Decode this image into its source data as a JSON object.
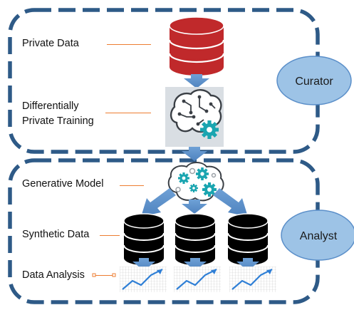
{
  "curator_section": {
    "labels": {
      "private_data": "Private Data",
      "dp_training_line1": "Differentially",
      "dp_training_line2": "Private Training"
    },
    "role": "Curator"
  },
  "analyst_section": {
    "labels": {
      "generative_model": "Generative Model",
      "synthetic_data": "Synthetic Data",
      "data_analysis": "Data Analysis"
    },
    "role": "Analyst"
  },
  "colors": {
    "dashed_border": "#2E5A87",
    "arrow": "#5B8FC9",
    "private_db": "#C0292B",
    "synthetic_db": "#000000",
    "ellipse_fill": "#9DC3E6",
    "ellipse_stroke": "#5B8FC9",
    "leader_line": "#ED7D31",
    "gear": "#1AA5B0",
    "trend_line": "#2F7FD6"
  },
  "icons": [
    "database-icon",
    "brain-gear-icon",
    "brain-gears-icon",
    "trend-chart-icon"
  ]
}
